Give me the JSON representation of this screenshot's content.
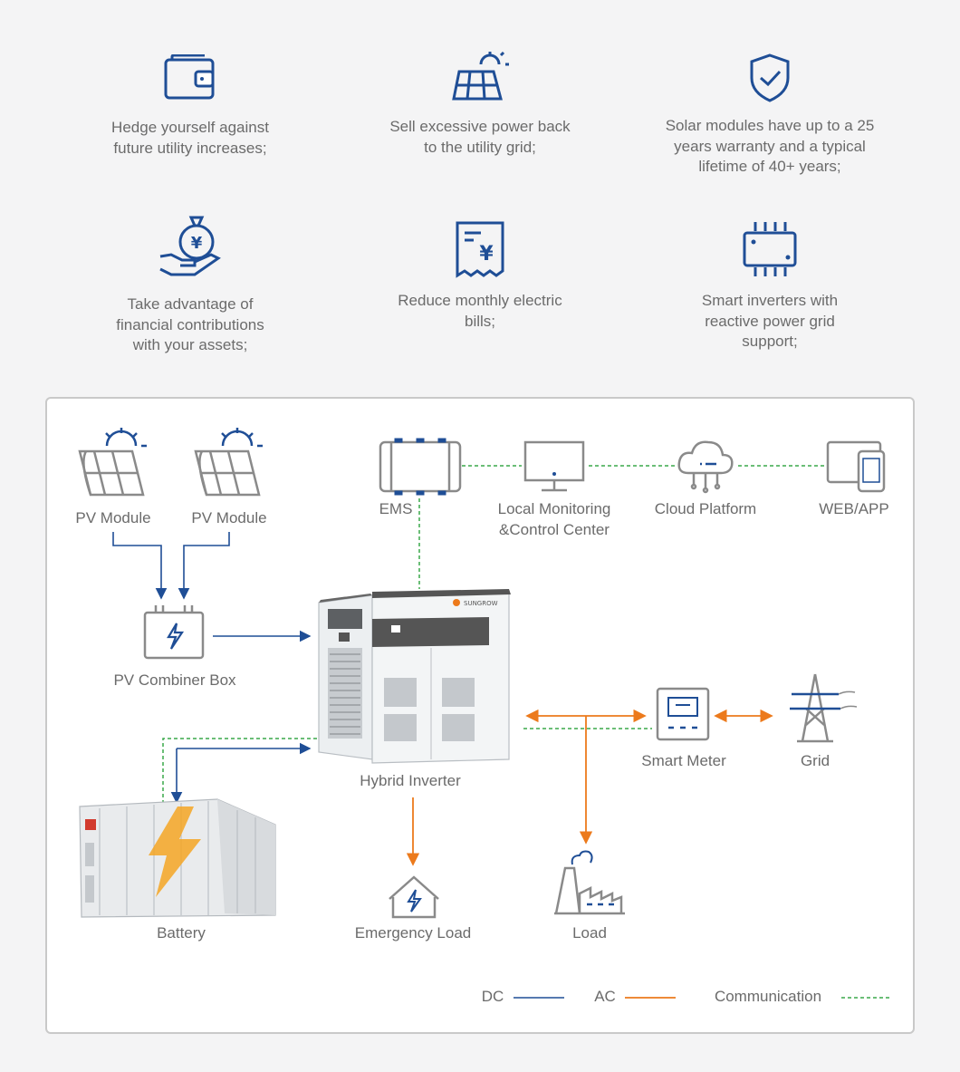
{
  "features": [
    {
      "icon": "wallet-icon",
      "text": "Hedge yourself against\nfuture utility increases;"
    },
    {
      "icon": "solar-panel-icon",
      "text": "Sell excessive power back\nto the utility grid;"
    },
    {
      "icon": "shield-check-icon",
      "text": "Solar modules have up to a 25\nyears warranty and a typical\nlifetime of 40+ years;"
    },
    {
      "icon": "money-bag-hand-icon",
      "text": "Take advantage of\nfinancial contributions\nwith your assets;"
    },
    {
      "icon": "bill-yen-icon",
      "text": "Reduce monthly electric\nbills;"
    },
    {
      "icon": "chip-icon",
      "text": "Smart inverters with\nreactive power grid\nsupport;"
    }
  ],
  "diagram": {
    "pv_module_1": "PV Module",
    "pv_module_2": "PV Module",
    "ems": "EMS",
    "local_monitoring": "Local Monitoring\n&Control Center",
    "cloud_platform": "Cloud Platform",
    "web_app": "WEB/APP",
    "pv_combiner_box": "PV Combiner Box",
    "hybrid_inverter": "Hybrid Inverter",
    "smart_meter": "Smart Meter",
    "grid": "Grid",
    "battery": "Battery",
    "emergency_load": "Emergency Load",
    "load": "Load",
    "inverter_brand": "SUNGROW"
  },
  "legend": {
    "dc": "DC",
    "ac": "AC",
    "communication": "Communication"
  },
  "colors": {
    "blue": "#1f4e96",
    "orange": "#ec7a1c",
    "green": "#3aa84a",
    "text": "#6b6b6b",
    "gray_icon": "#8a8a8a"
  }
}
